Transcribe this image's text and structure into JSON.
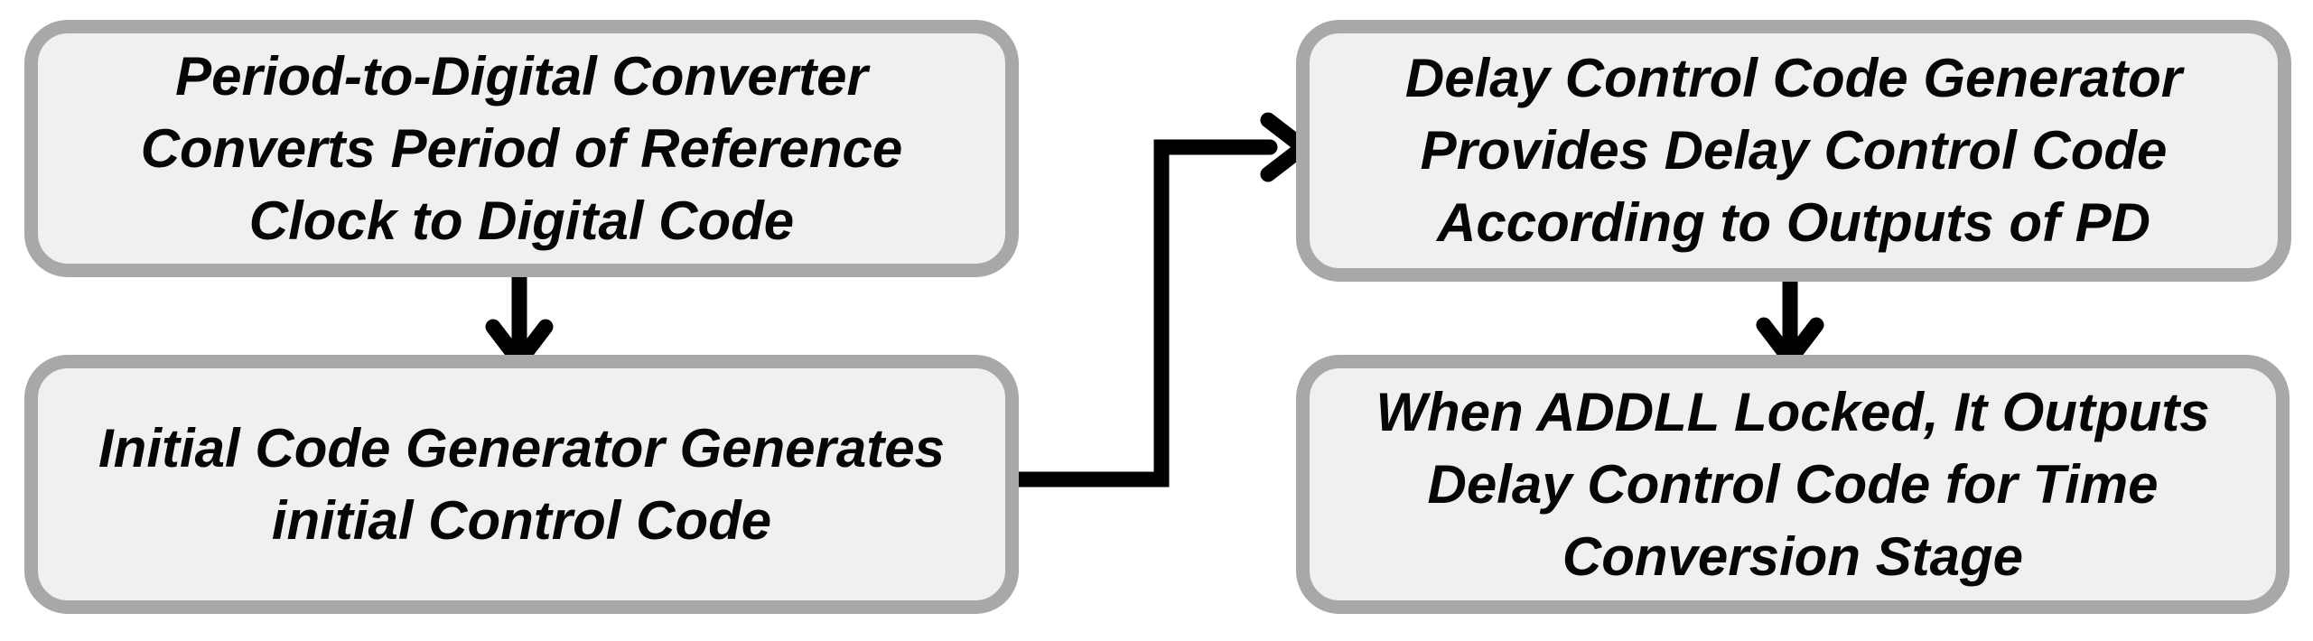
{
  "diagram": {
    "boxes": [
      {
        "name": "period-to-digital-converter",
        "text": "Period-to-Digital Converter\nConverts Period of Reference\nClock to Digital Code"
      },
      {
        "name": "initial-code-generator",
        "text": "Initial Code Generator Generates\ninitial Control Code"
      },
      {
        "name": "delay-control-code-generator",
        "text": "Delay Control Code Generator\nProvides Delay Control Code\nAccording to Outputs of PD"
      },
      {
        "name": "addll-locked-output",
        "text": "When ADDLL Locked, It Outputs\nDelay Control Code for Time\nConversion Stage"
      }
    ],
    "connectors": [
      {
        "name": "pdc-to-initial-code-generator",
        "type": "straight-down-arrow"
      },
      {
        "name": "initial-code-generator-to-delay-control-code-generator",
        "type": "elbow-right-up-right-arrow"
      },
      {
        "name": "delay-control-code-generator-to-addll-output",
        "type": "straight-down-arrow"
      }
    ],
    "colors": {
      "box_fill": "#f0f0f0",
      "box_border": "#a8a8a8",
      "arrow": "#000000",
      "text": "#060606",
      "background": "#ffffff"
    }
  }
}
